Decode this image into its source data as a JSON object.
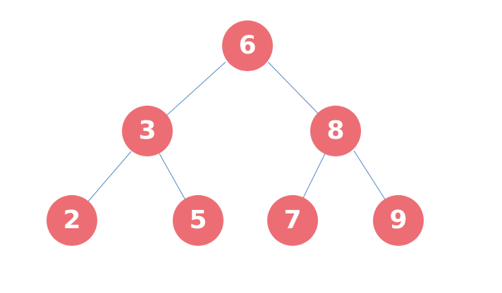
{
  "diagram": {
    "type": "binary-tree",
    "colors": {
      "node_fill": "#EC6E74",
      "node_text": "#FFFFFF",
      "edge": "#4F86C6",
      "background": "#FFFFFF"
    },
    "nodes": [
      {
        "id": "n6",
        "label": "6"
      },
      {
        "id": "n3",
        "label": "3"
      },
      {
        "id": "n8",
        "label": "8"
      },
      {
        "id": "n2",
        "label": "2"
      },
      {
        "id": "n5",
        "label": "5"
      },
      {
        "id": "n7",
        "label": "7"
      },
      {
        "id": "n9",
        "label": "9"
      }
    ],
    "edges": [
      {
        "from": "n6",
        "to": "n3"
      },
      {
        "from": "n6",
        "to": "n8"
      },
      {
        "from": "n3",
        "to": "n2"
      },
      {
        "from": "n3",
        "to": "n5"
      },
      {
        "from": "n8",
        "to": "n7"
      },
      {
        "from": "n8",
        "to": "n9"
      }
    ]
  }
}
